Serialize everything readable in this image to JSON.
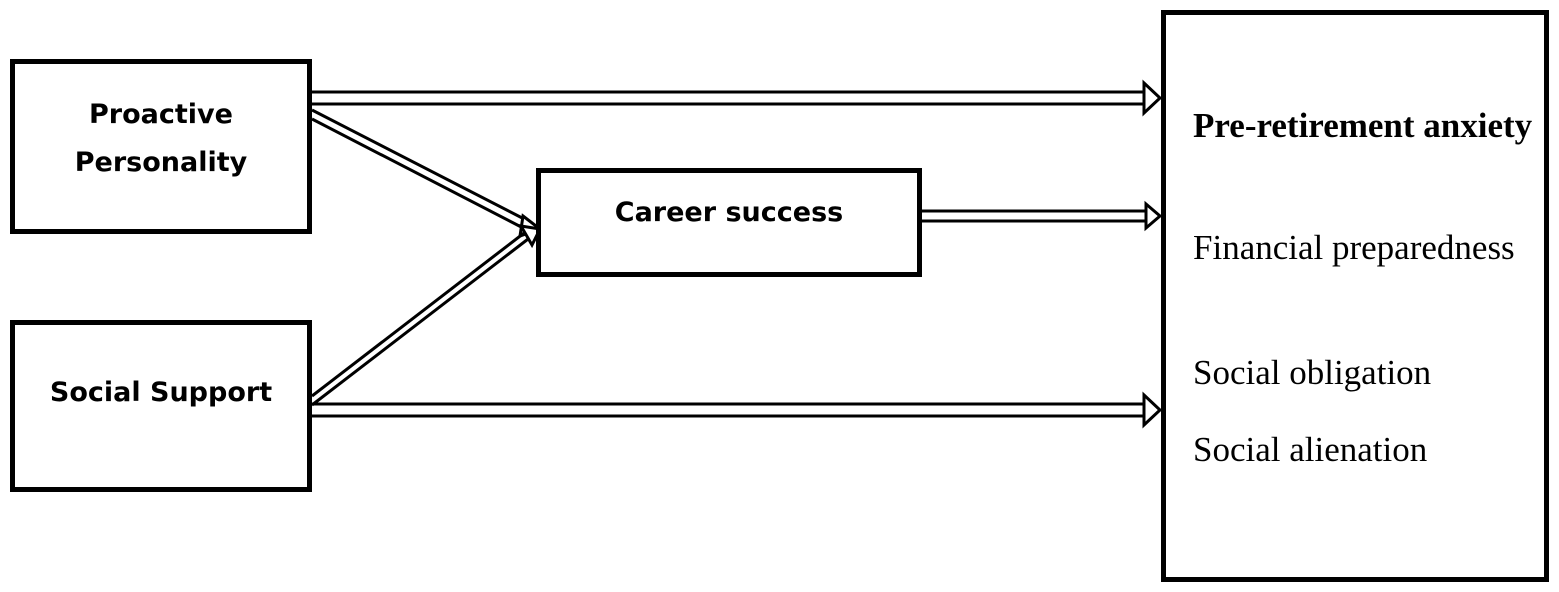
{
  "nodes": {
    "proactive_personality": "Proactive Personality",
    "social_support": "Social Support",
    "career_success": "Career success",
    "outcome": {
      "title": "Pre-retirement anxiety",
      "items": [
        "Financial preparedness",
        "Social obligation",
        "Social alienation"
      ]
    }
  },
  "edges": [
    {
      "from": "Proactive Personality",
      "to": "Pre-retirement anxiety"
    },
    {
      "from": "Proactive Personality",
      "to": "Career success"
    },
    {
      "from": "Social Support",
      "to": "Career success"
    },
    {
      "from": "Social Support",
      "to": "Pre-retirement anxiety"
    },
    {
      "from": "Career success",
      "to": "Pre-retirement anxiety"
    }
  ],
  "colors": {
    "line": "#000000",
    "background": "#ffffff"
  }
}
